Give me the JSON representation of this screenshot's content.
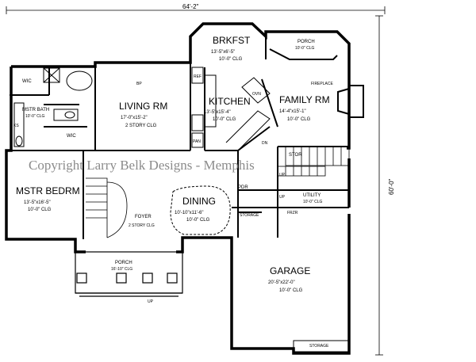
{
  "dimensions": {
    "width_overall": "64'-2\"",
    "depth_overall": "60'-0\""
  },
  "watermark": "Copyright Larry Belk Designs - Memphis",
  "rooms": {
    "brkfst": {
      "name": "BRKFST",
      "size": "13'-5\"x6'-5\"",
      "ceiling": "10'-0\" CLG"
    },
    "porch_rear": {
      "name": "PORCH",
      "size": "10'-0\" CLG"
    },
    "fireplace": "FIREPLACE",
    "family": {
      "name": "FAMILY RM",
      "size": "14'-4\"x15'-1\"",
      "ceiling": "10'-0\" CLG"
    },
    "kitchen": {
      "name": "KITCHEN",
      "size": "13'-5\"x15'-4\"",
      "ceiling": "10'-0\" CLG"
    },
    "living": {
      "name": "LIVING RM",
      "size": "17'-0\"x15'-2\"",
      "ceiling": "2 STORY CLG"
    },
    "mstr_bath": {
      "name": "MSTR BATH",
      "ceiling": "10'-0\" CLG"
    },
    "wic_top": "WIC",
    "wic_mid": "WIC",
    "mstr_bed": {
      "name": "MSTR BEDRM",
      "size": "13'-5\"x16'-5\"",
      "ceiling": "10'-0\" CLG"
    },
    "foyer": {
      "name": "FOYER",
      "ceiling": "2 STORY CLG"
    },
    "dining": {
      "name": "DINING",
      "size": "10'-10\"x11'-6\"",
      "ceiling": "10'-0\" CLG"
    },
    "porch_front": {
      "name": "PORCH",
      "ceiling": "16'-10\" CLG"
    },
    "utility": {
      "name": "UTILITY",
      "ceiling": "10'-0\" CLG"
    },
    "garage": {
      "name": "GARAGE",
      "size": "20'-5\"x22'-0\"",
      "ceiling": "10'-0\" CLG"
    }
  },
  "tags": {
    "stor": "STOR",
    "storage_a": "STORAGE",
    "storage_b": "STORAGE",
    "pdr": "PDR",
    "pan": "PAN",
    "ref": "REF",
    "ovn": "OVN",
    "up_a": "UP",
    "up_b": "UP",
    "up_c": "UP",
    "dn": "DN",
    "frzr": "FRZR",
    "ks": "KS",
    "bp": "BP"
  }
}
